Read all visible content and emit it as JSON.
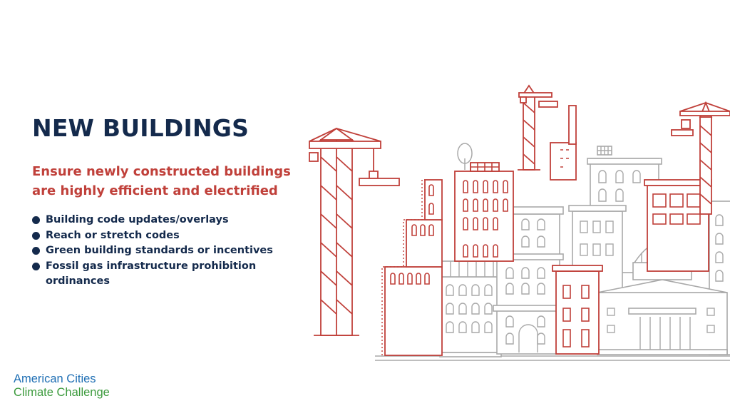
{
  "slide": {
    "title": "NEW BUILDINGS",
    "subtitle": "Ensure newly constructed buildings are highly efficient and electrified",
    "bullets": [
      "Building code updates/overlays",
      "Reach or stretch codes",
      "Green building standards or incentives",
      "Fossil gas infrastructure prohibition ordinances"
    ],
    "logo": {
      "line1": "American Cities",
      "line2": "Climate Challenge"
    }
  },
  "colors": {
    "navy": "#142a4c",
    "red": "#c0403a",
    "gray": "#a9a9a9",
    "logo_blue": "#1f6fb4",
    "logo_green": "#3b9a3c"
  },
  "icons": [
    "bullet-dot-icon",
    "cityscape-illustration",
    "construction-crane-icon"
  ]
}
